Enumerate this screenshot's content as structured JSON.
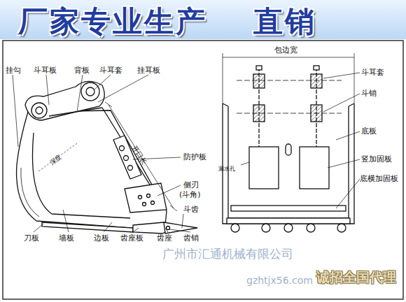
{
  "diagram": {
    "title": "厂家专业生产 直销",
    "labels": [
      "挂勾",
      "斗耳板",
      "背板",
      "斗耳套",
      "挂耳板",
      "深度",
      "开口长",
      "防护板",
      "侧刃",
      "(斗角)",
      "斗齿",
      "齿座",
      "齿销",
      "刀板",
      "墙板",
      "边板",
      "齿座板",
      "包边宽",
      "斗耳套",
      "斗销",
      "底板",
      "竖加固板",
      "底横加固板",
      "漏水孔",
      "广州市汇通机械有限公司",
      "gzhtjx56.com",
      "诚招全国代理"
    ]
  }
}
